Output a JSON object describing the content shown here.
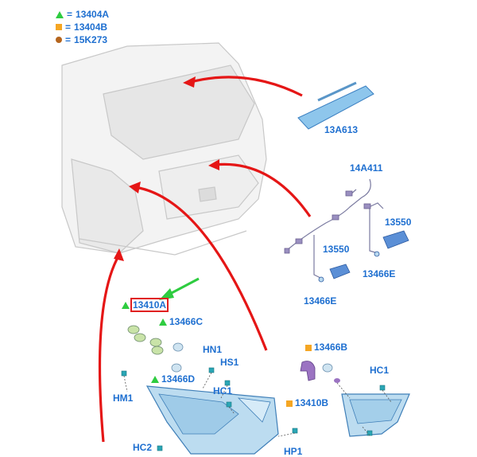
{
  "legend": [
    {
      "symbol": "triangle",
      "color": "#2ecc40",
      "code": "13404A"
    },
    {
      "symbol": "square",
      "color": "#f5a623",
      "code": "13404B"
    },
    {
      "symbol": "circle",
      "color": "#b5651d",
      "code": "15K273"
    }
  ],
  "parts": {
    "stop_lamp": "13A613",
    "harness": "14A411",
    "plate_lamp_right": "13550",
    "plate_lamp_left": "13550",
    "plate_bulb_right": "13466E",
    "plate_bulb_left": "13466E",
    "socket_main": "13410A",
    "bulb_c": "13466C",
    "bulb_d": "13466D",
    "hm1": "HM1",
    "hn1": "HN1",
    "hs1": "HS1",
    "hc1_left": "HC1",
    "hc2": "HC2",
    "hp1": "HP1",
    "bulb_b": "13466B",
    "socket_b": "13410B",
    "hc1_right": "HC1"
  },
  "colors": {
    "arrow": "#e51616",
    "green_arrow": "#2ecc40",
    "label": "#1e6fd0",
    "lamp_blue": "#8ec6ec",
    "highlight_box": "#e02020"
  }
}
